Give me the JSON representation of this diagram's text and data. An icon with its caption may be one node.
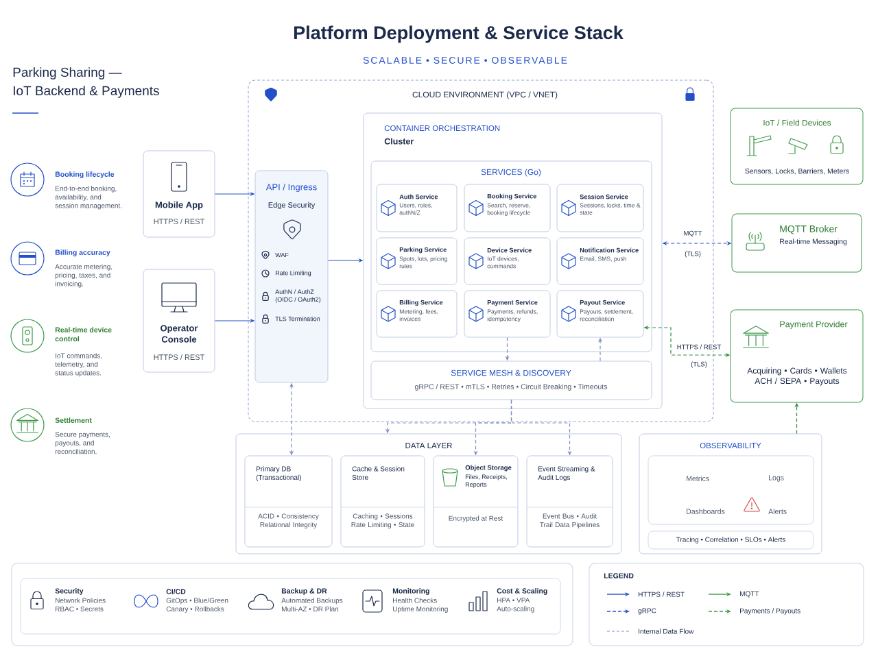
{
  "diagram": {
    "title": "Platform Deployment & Service Stack",
    "nodes": [
      {
        "text": [
          "Mobile App",
          "HTTPS / REST"
        ]
      },
      {
        "text": [
          "Operator Console",
          "HTTPS / REST"
        ]
      },
      {
        "text": [
          "CLOUD ENVIRONMENT (VPC / VNET)"
        ]
      },
      {
        "text": [
          "API / Ingress",
          "Edge Security",
          "WAF",
          "Rate Limiting",
          "AuthN / AuthZ (OIDC / OAuth2)",
          "TLS Termination"
        ],
        "in": 2
      },
      {
        "text": [
          "CONTAINER ORCHESTRATION",
          "Cluster"
        ],
        "in": 2
      },
      {
        "text": [
          "SERVICES (Go)"
        ],
        "in": 4
      },
      {
        "text": [
          "Auth Service",
          "Users, roles, authN/Z"
        ],
        "in": 5
      },
      {
        "text": [
          "Booking Service",
          "Search, reserve, booking lifecycle"
        ],
        "in": 5
      },
      {
        "text": [
          "Session Service",
          "Sessions, locks, time & state"
        ],
        "in": 5
      },
      {
        "text": [
          "Parking Service",
          "Spots, lots, pricing rules"
        ],
        "in": 5
      },
      {
        "text": [
          "Device Service",
          "IoT devices, commands"
        ],
        "in": 5
      },
      {
        "text": [
          "Notification Service",
          "Email, SMS, push"
        ],
        "in": 5
      },
      {
        "text": [
          "Billing Service",
          "Metering, fees, invoices"
        ],
        "in": 5
      },
      {
        "text": [
          "Payment Service",
          "Payments, refunds, idempotency"
        ],
        "in": 5
      },
      {
        "text": [
          "Payout Service",
          "Payouts, settlement, reconciliation"
        ],
        "in": 5
      },
      {
        "text": [
          "SERVICE MESH & DISCOVERY",
          "gRPC / REST • mTLS • Retries • Circuit Breaking • Timeouts"
        ],
        "in": 4
      },
      {
        "text": [
          "IoT / Field Devices",
          "Sensors, Locks, Barriers, Meters"
        ]
      },
      {
        "text": [
          "MQTT Broker",
          "Real-time Messaging"
        ]
      },
      {
        "text": [
          "Payment Provider",
          "Acquiring • Cards • Wallets ACH / SEPA • Payouts"
        ]
      },
      {
        "text": [
          "DATA LAYER"
        ]
      },
      {
        "text": [
          "Primary DB (Transactional)",
          "ACID • Consistency Relational Integrity"
        ],
        "in": 19
      },
      {
        "text": [
          "Cache & Session Store",
          "Caching • Sessions Rate Limiting • State"
        ],
        "in": 19
      },
      {
        "text": [
          "Object Storage",
          "Files, Receipts, Reports",
          "Encrypted at Rest"
        ],
        "in": 19
      },
      {
        "text": [
          "Event Streaming & Audit Logs",
          "Event Bus • Audit Trail Data Pipelines"
        ],
        "in": 19
      },
      {
        "text": [
          "OBSERVABILITY"
        ]
      },
      {
        "text": [
          "Metrics",
          "Logs",
          "Dashboards",
          "Alerts"
        ],
        "in": 24
      },
      {
        "text": [
          "Tracing • Correlation • SLOs • Alerts"
        ],
        "in": 24
      },
      {
        "text": [
          "Security",
          "Network Policies RBAC • Secrets",
          "CI/CD",
          "GitOps • Blue/Green Canary • Rollbacks",
          "Backup & DR",
          "Automated Backups Multi-AZ • DR Plan",
          "Monitoring",
          "Health Checks Uptime Monitoring",
          "Cost & Scaling",
          "HPA • VPA Auto-scaling"
        ]
      }
    ],
    "edges": [
      {
        "from": 0,
        "to": 3,
        "arrow": "to",
        "color": "#2350c8"
      },
      {
        "from": 1,
        "to": 3,
        "arrow": "to",
        "color": "#2350c8"
      },
      {
        "from": 3,
        "to": 4,
        "arrow": "to",
        "color": "#2350c8"
      },
      {
        "from": 4,
        "to": 17,
        "arrow": "both",
        "style": "dashed",
        "color": "#2350c8",
        "label": "MQTT"
      },
      {
        "from": 14,
        "to": 18,
        "arrow": "both",
        "style": "dashed",
        "color": "#2e8b3a",
        "label": "HTTPS / REST"
      },
      {
        "from": 13,
        "to": 15,
        "arrow": "to",
        "style": "dashed"
      },
      {
        "from": 15,
        "to": 14,
        "arrow": "to",
        "style": "dashed"
      },
      {
        "from": 3,
        "to": 20,
        "arrow": "both",
        "style": "dashed"
      },
      {
        "from": 15,
        "to": 19,
        "arrow": "to",
        "style": "dashed"
      },
      {
        "from": 15,
        "to": 22,
        "arrow": "to",
        "style": "dashed"
      },
      {
        "from": 15,
        "to": 23,
        "arrow": "to",
        "style": "dashed"
      },
      {
        "from": 24,
        "to": 18,
        "arrow": "to",
        "style": "dashed",
        "color": "#2e8b3a"
      }
    ],
    "labels": [
      "SCALABLE • SECURE • OBSERVABLE",
      "Parking Sharing —",
      "IoT Backend & Payments",
      "Booking lifecycle",
      "End-to-end booking, availability, and session management.",
      "Billing accuracy",
      "Accurate metering, pricing, taxes, and invoicing.",
      "Real-time device control",
      "IoT commands, telemetry, and status updates.",
      "Settlement",
      "Secure payments, payouts, and reconciliation.",
      "(TLS)",
      "(TLS)",
      "LEGEND"
    ],
    "legend": [
      {
        "text": "HTTPS / REST"
      },
      {
        "text": "gRPC"
      },
      {
        "text": "Internal Data Flow"
      },
      {
        "text": "MQTT"
      },
      {
        "text": "Payments / Payouts"
      }
    ]
  }
}
